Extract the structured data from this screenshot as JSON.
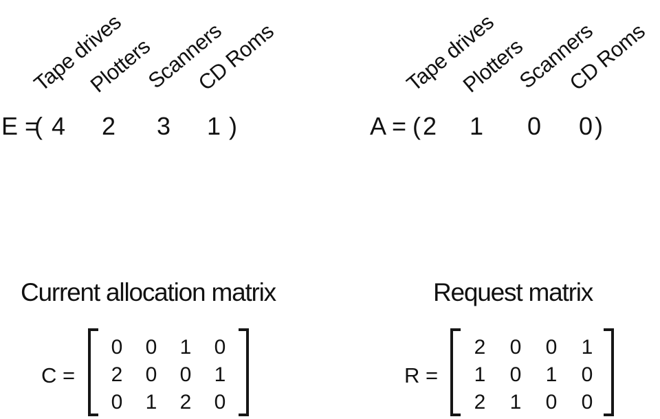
{
  "resources": [
    "Tape drives",
    "Plotters",
    "Scanners",
    "CD Roms"
  ],
  "symbols": {
    "open_paren": "(",
    "close_paren": ")"
  },
  "vectors": {
    "existing": {
      "label": "E =",
      "values": [
        4,
        2,
        3,
        1
      ]
    },
    "available": {
      "label": "A =",
      "values": [
        2,
        1,
        0,
        0
      ]
    }
  },
  "matrices": {
    "allocation": {
      "title": "Current allocation matrix",
      "label": "C =",
      "rows": [
        [
          0,
          0,
          1,
          0
        ],
        [
          2,
          0,
          0,
          1
        ],
        [
          0,
          1,
          2,
          0
        ]
      ]
    },
    "request": {
      "title": "Request matrix",
      "label": "R =",
      "rows": [
        [
          2,
          0,
          0,
          1
        ],
        [
          1,
          0,
          1,
          0
        ],
        [
          2,
          1,
          0,
          0
        ]
      ]
    }
  }
}
